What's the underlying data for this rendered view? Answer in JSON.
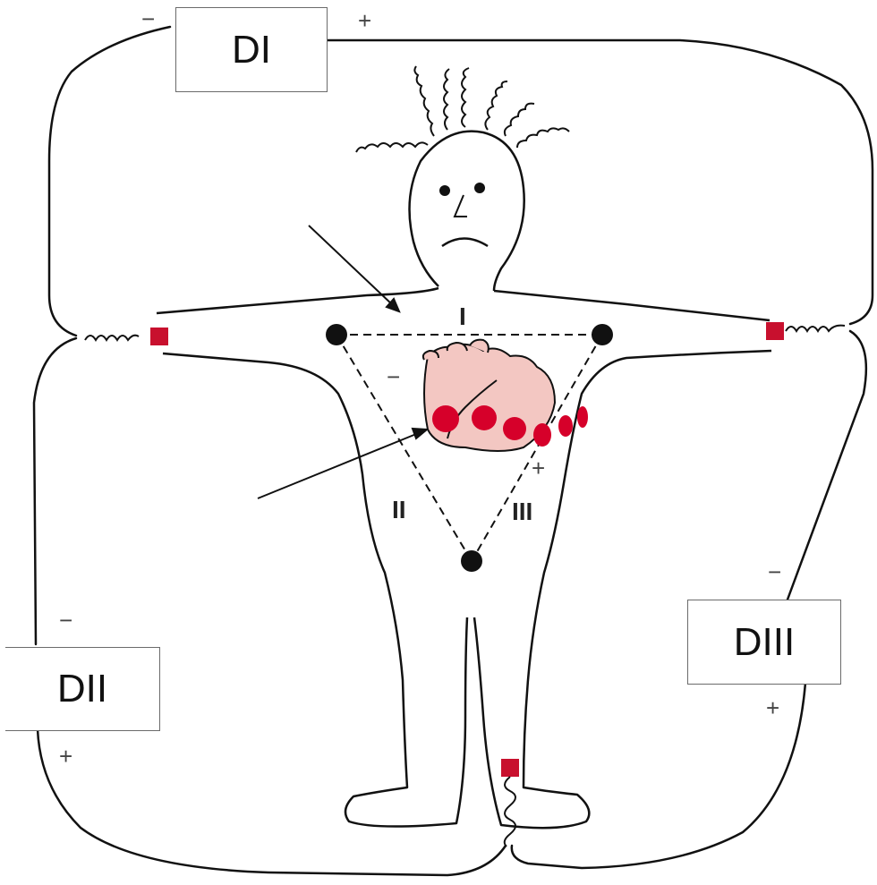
{
  "leads": {
    "di": "DI",
    "dii": "DII",
    "diii": "DIII"
  },
  "triangle": {
    "side_i": "I",
    "side_ii": "II",
    "side_iii": "III"
  },
  "signs": {
    "minus": "−",
    "plus": "+"
  },
  "colors": {
    "wire": "#111111",
    "electrode": "#c8102e",
    "heart_fill": "#f3c7c2",
    "depolarization": "#d6002a",
    "box_border": "#6b6b6b"
  }
}
